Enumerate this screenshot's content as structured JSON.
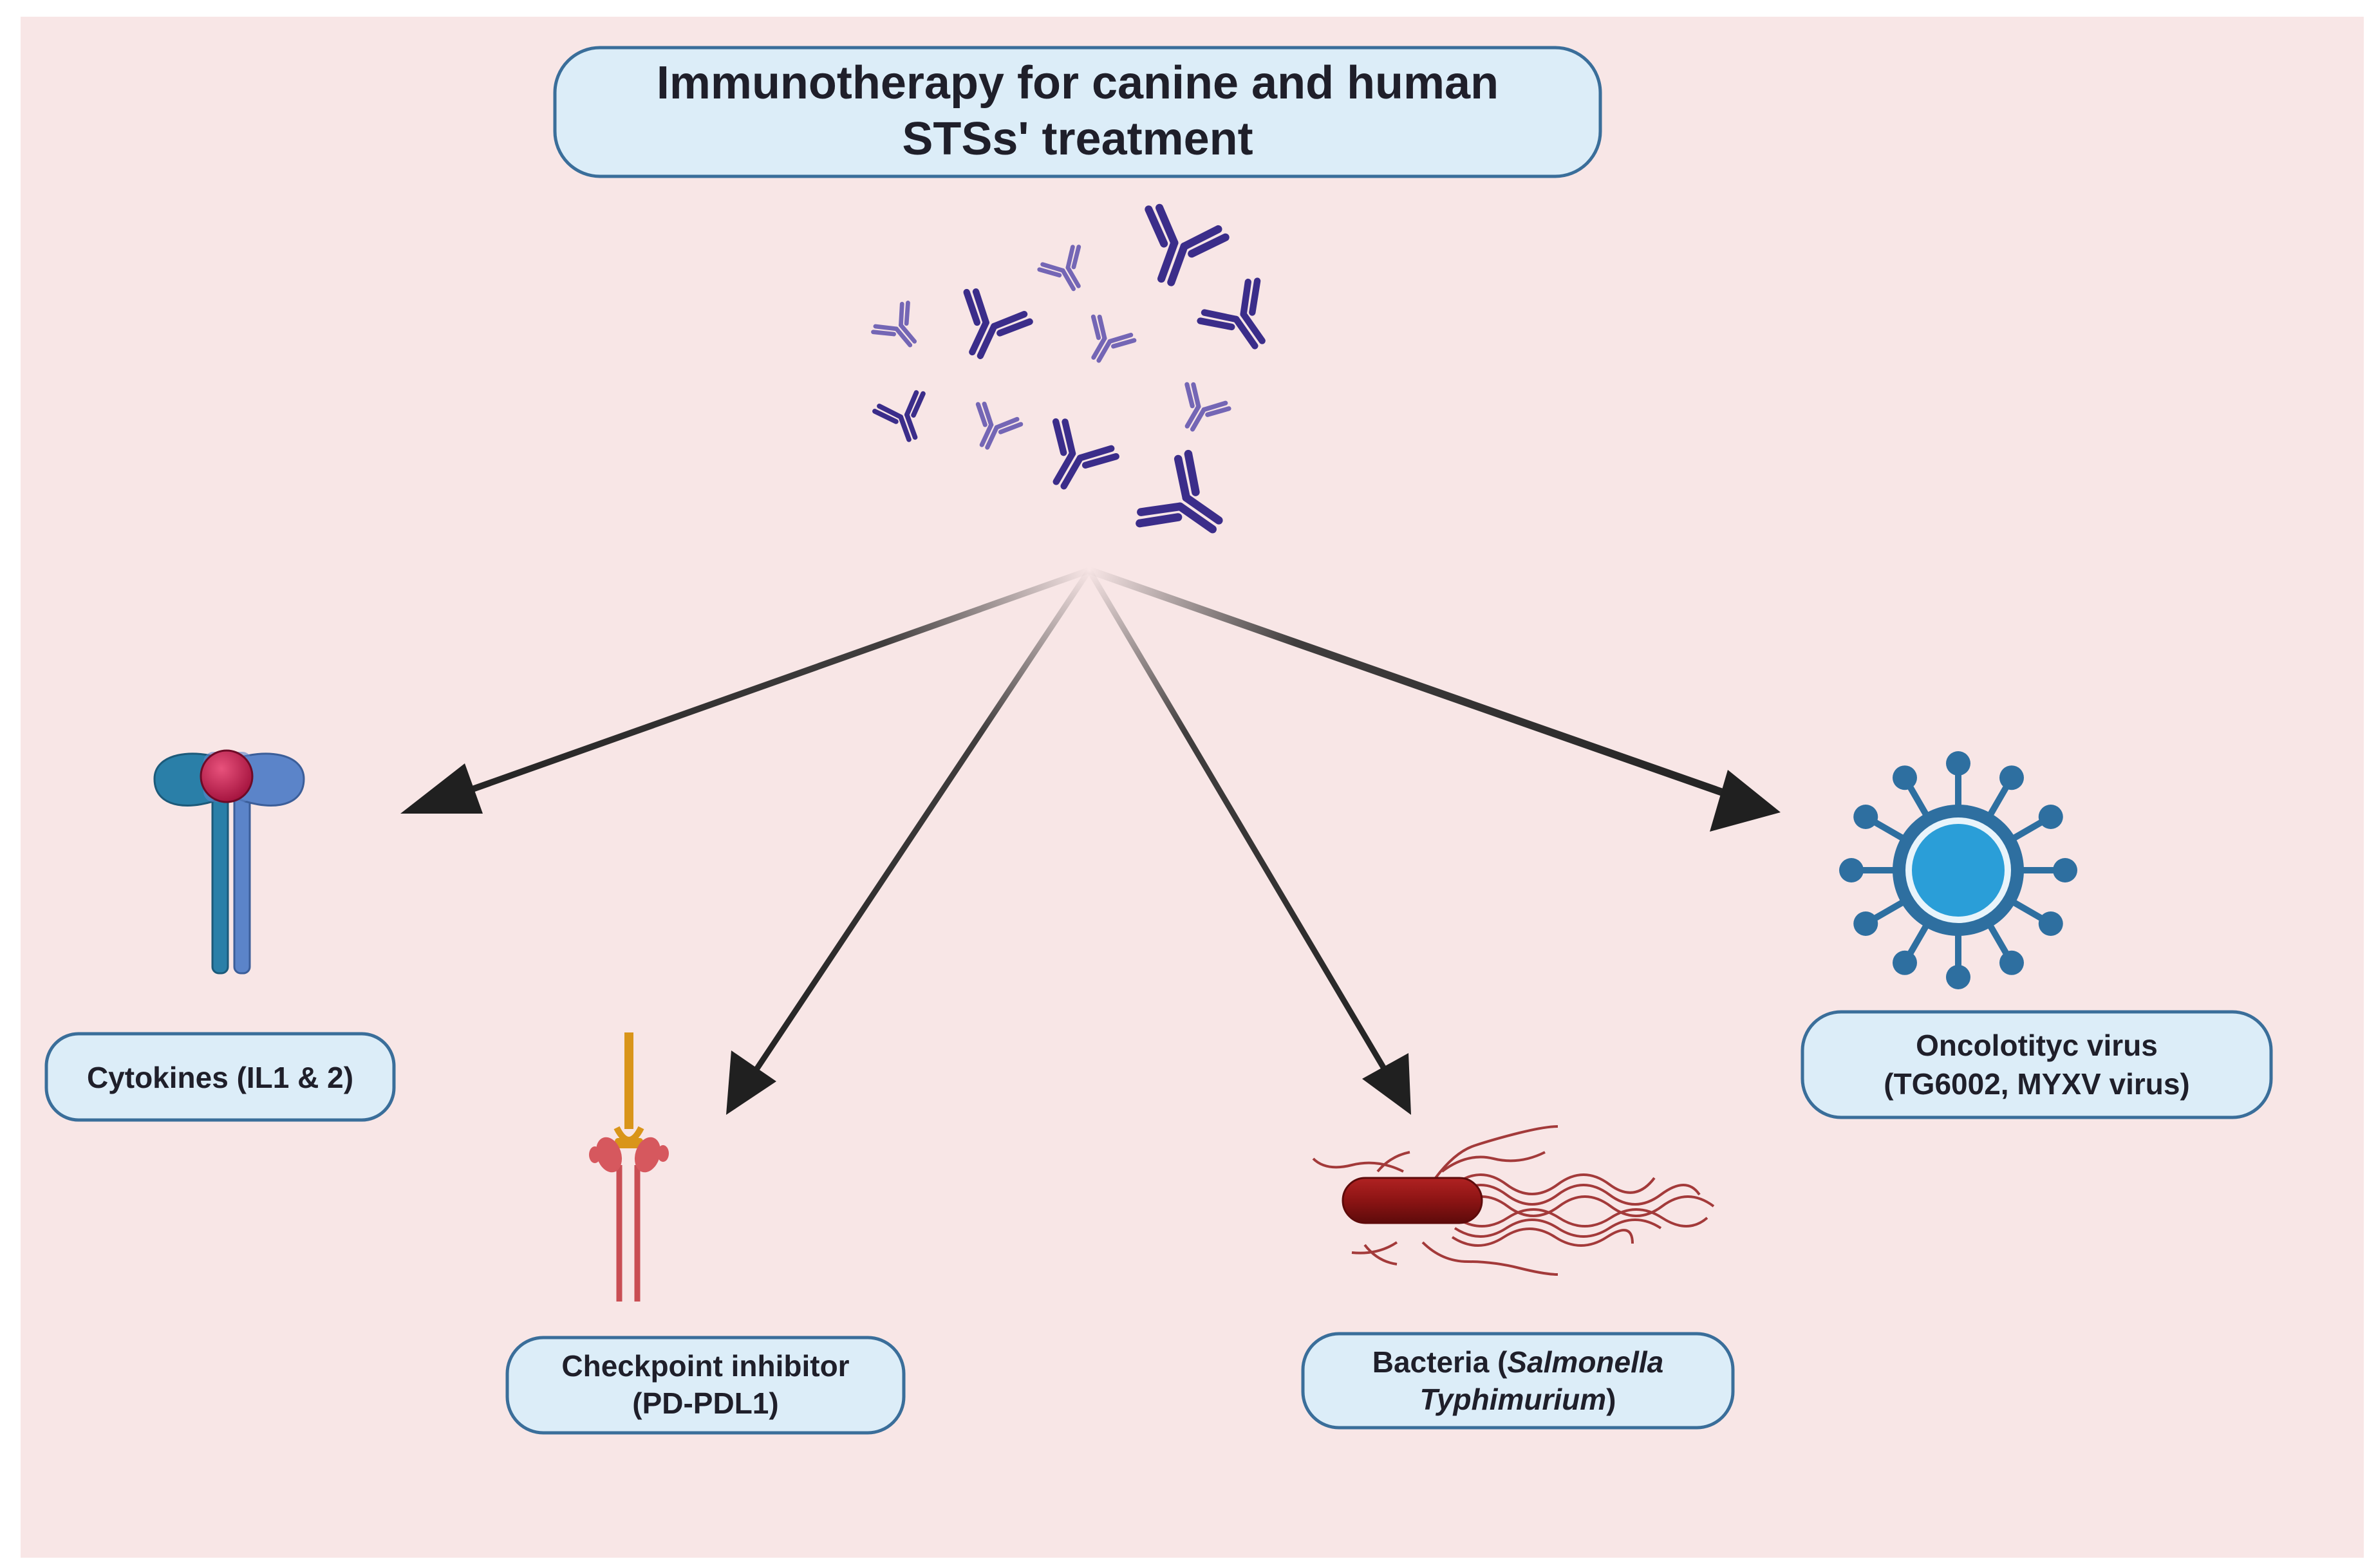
{
  "title": {
    "line1": "Immunotherapy for canine and human",
    "line2": "STSs' treatment"
  },
  "branches": {
    "cytokines": {
      "label": "Cytokines (IL1 & 2)"
    },
    "checkpoint": {
      "line1": "Checkpoint inhibitor",
      "line2": "(PD-PDL1)"
    },
    "bacteria": {
      "line1_prefix": "Bacteria (",
      "line1_italic": "Salmonella",
      "line2_italic": "Typhimurium",
      "line2_suffix": ")"
    },
    "virus": {
      "line1": "Oncolotityc virus",
      "line2": "(TG6002, MYXV virus)"
    }
  },
  "icons": {
    "antibodies": "antibody-cluster-icon",
    "cytokines": "cytokine-receptor-icon",
    "checkpoint": "checkpoint-receptor-icon",
    "bacteria": "bacterium-icon",
    "virus": "virus-icon"
  },
  "colors": {
    "background": "#f8e6e6",
    "box_fill": "#dcedf8",
    "box_stroke": "#3a6e9a",
    "antibody": "#3b2d8a",
    "antibody_light": "#7466b5",
    "arrow": "#202020",
    "cytokine_receptor_a": "#2a7fa8",
    "cytokine_receptor_b": "#5b84c9",
    "cytokine_ligand": "#c0194b",
    "checkpoint_ligand": "#d9951a",
    "checkpoint_receptor": "#c94e54",
    "bacteria_body": "#8c1414",
    "bacteria_flagella": "#a33a3a",
    "virus": "#2e6fa0",
    "virus_core": "#2a9ed8"
  }
}
